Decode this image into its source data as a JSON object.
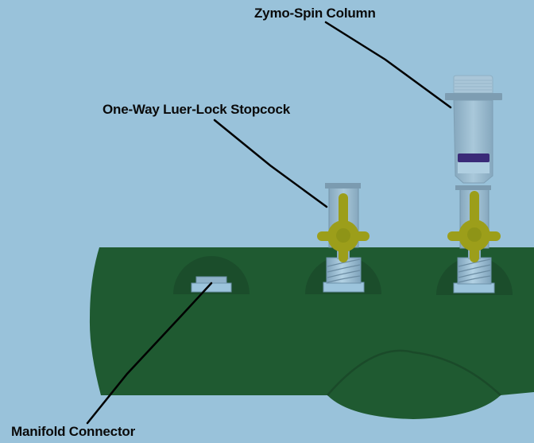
{
  "diagram": {
    "labels": {
      "zymo_spin_column": "Zymo-Spin Column",
      "stopcock": "One-Way Luer-Lock Stopcock",
      "manifold_connector": "Manifold Connector"
    },
    "colors": {
      "background": "#99c2da",
      "manifold_body": "#1f5a31",
      "port_recess": "#1b4d2b",
      "stopcock_handle": "#9c9e1a",
      "connector_metal": "#9cc4dc",
      "column_body": "#8fb2c8",
      "column_resin": "#3a2a78",
      "leader_line": "#000000"
    }
  }
}
